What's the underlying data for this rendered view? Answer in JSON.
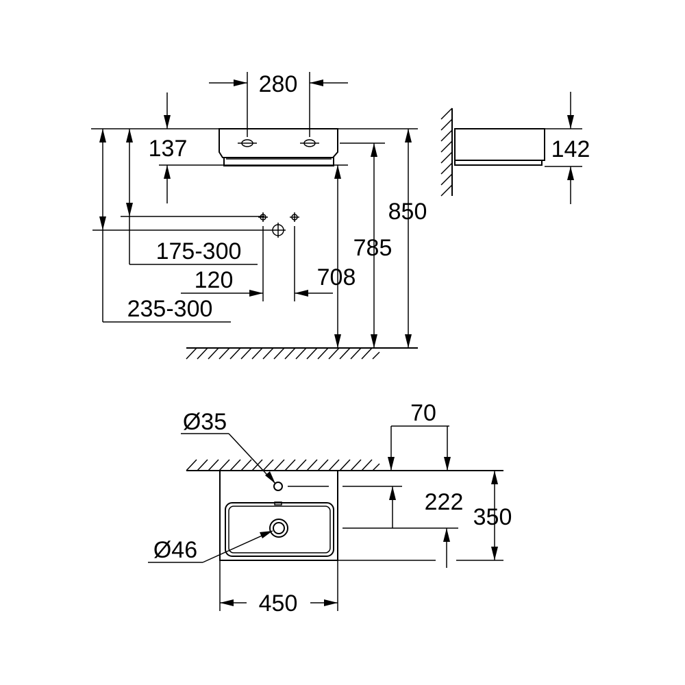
{
  "elevation": {
    "basin_hole_spacing": "280",
    "basin_height": "137",
    "side_height": "142",
    "rim_height": "850",
    "basin_bottom_height": "785",
    "drain_height": "708",
    "supply_height": "175-300",
    "supply_spacing": "120",
    "drain_outlet_height": "235-300"
  },
  "plan": {
    "tap_hole_diameter": "Ø35",
    "wall_offset": "70",
    "drain_diameter": "Ø46",
    "drain_depth": "222",
    "depth": "350",
    "width": "450"
  }
}
